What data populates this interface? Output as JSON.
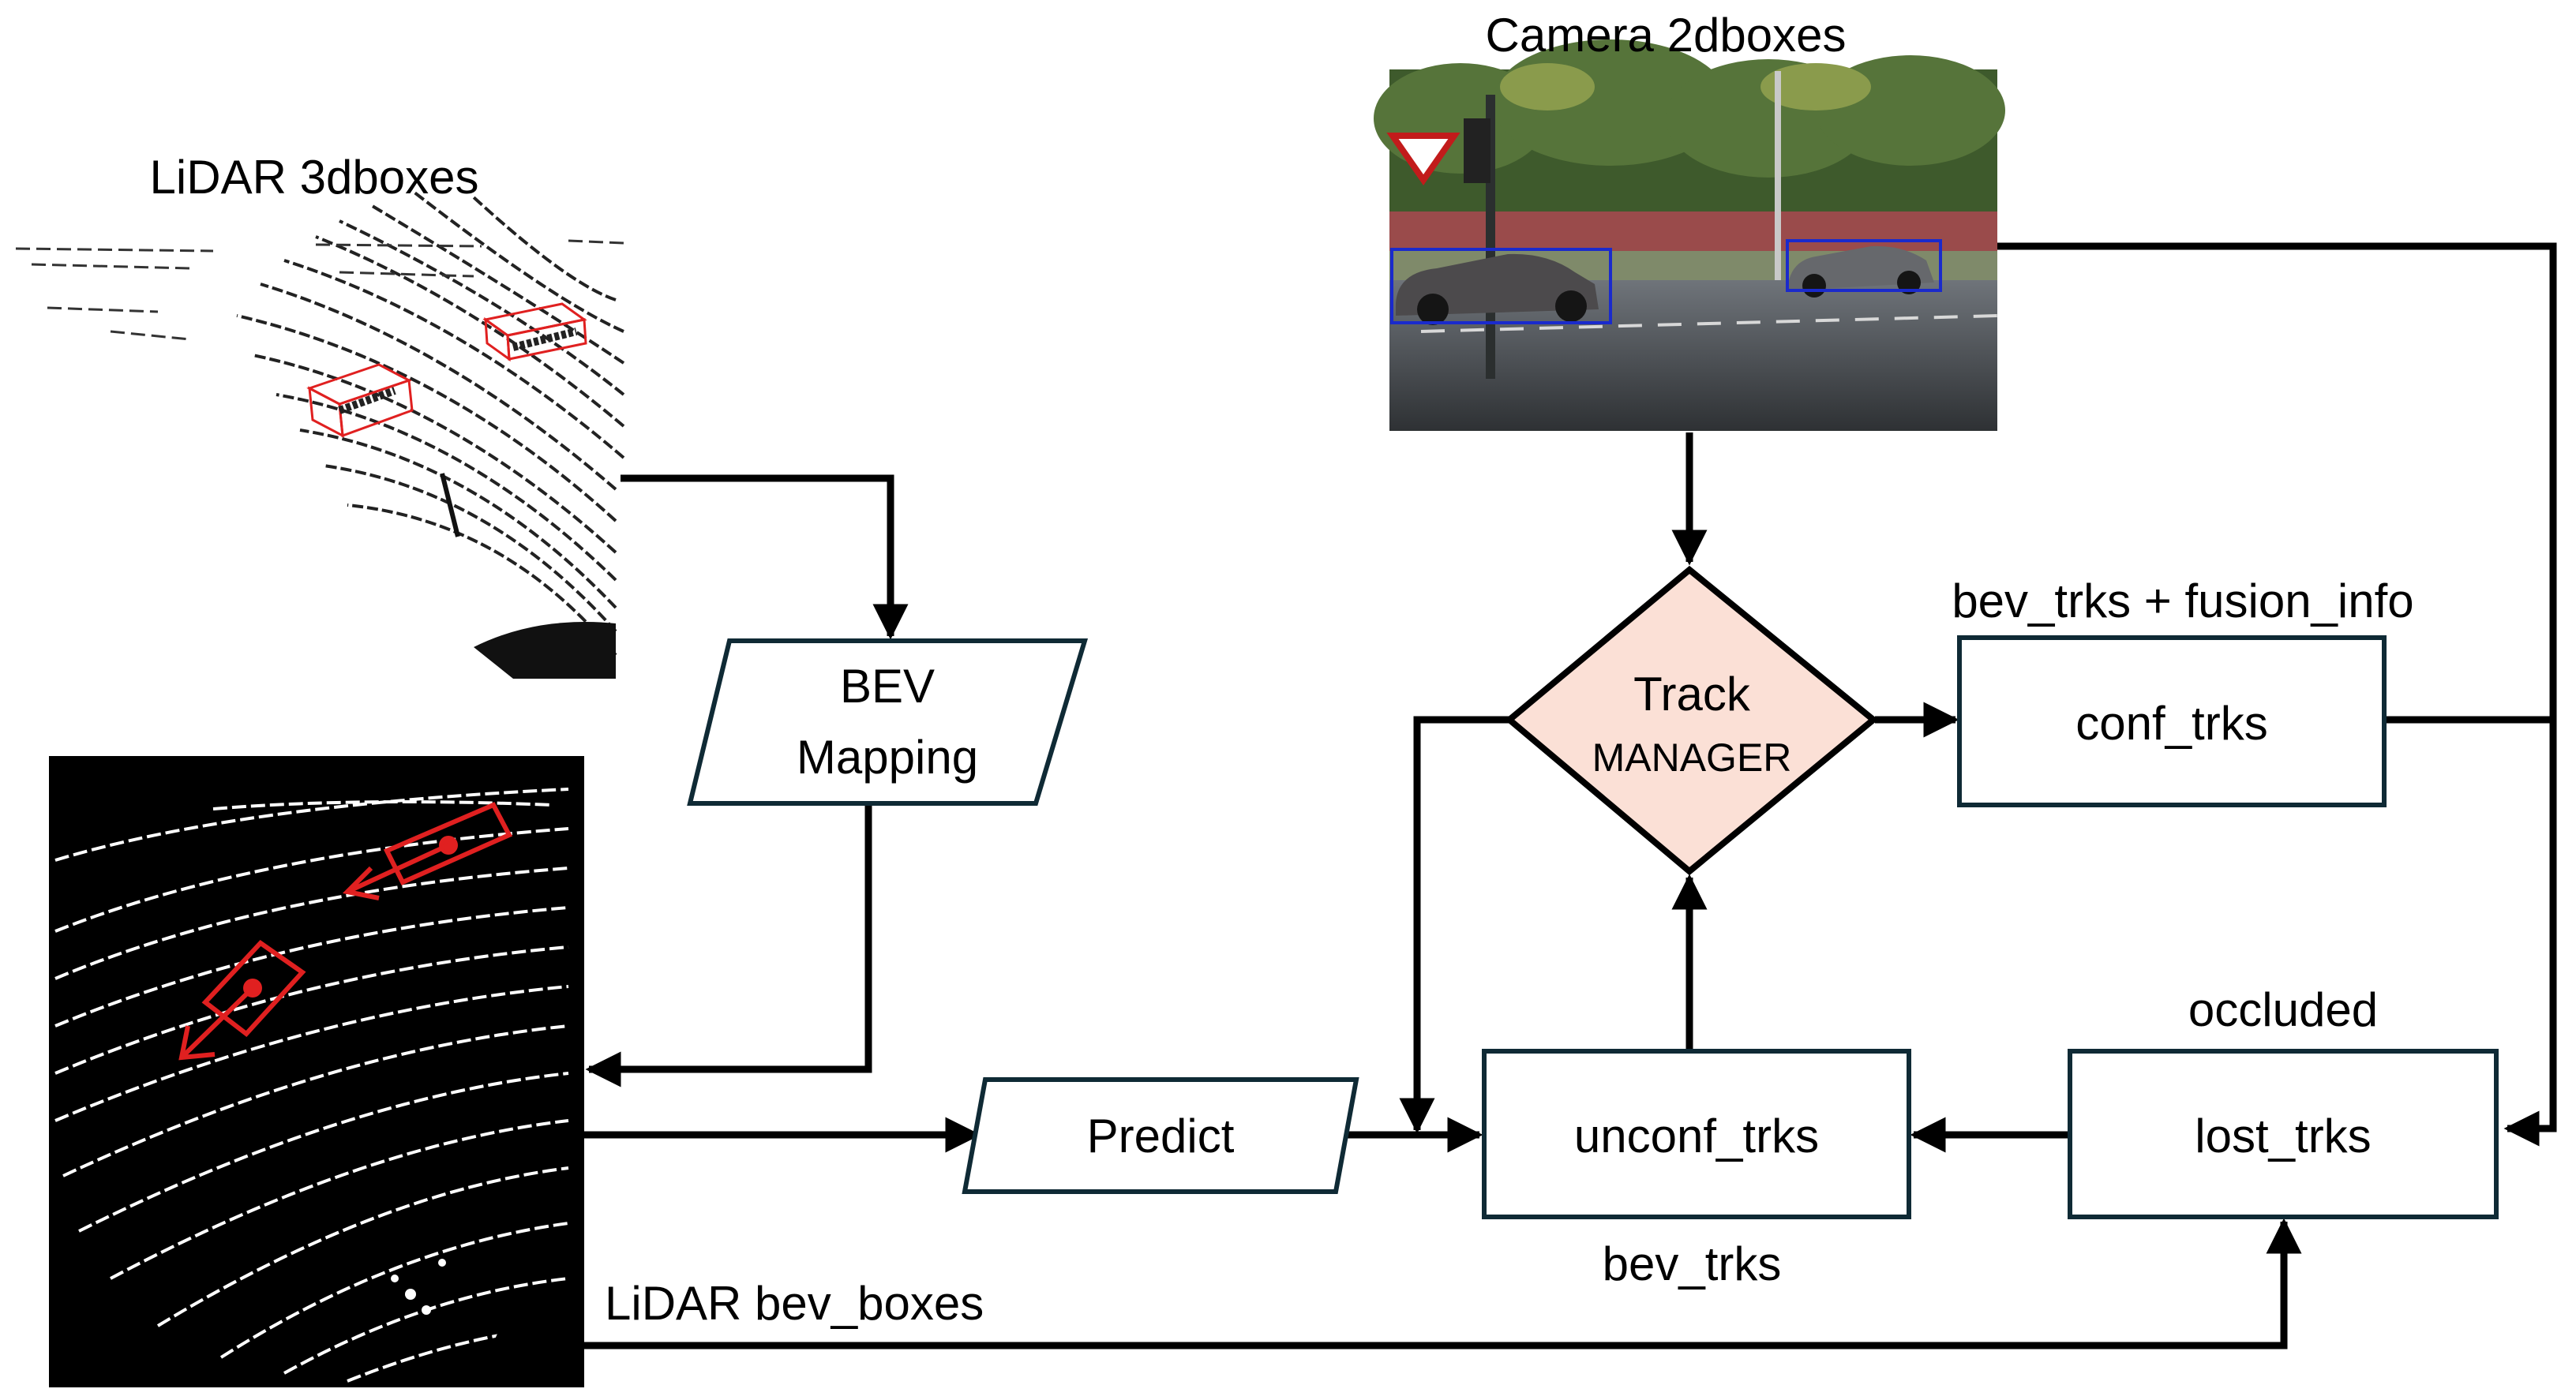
{
  "labels": {
    "lidar_3dboxes": "LiDAR 3dboxes",
    "camera_2dboxes": "Camera 2dboxes",
    "lidar_bev_boxes": "LiDAR bev_boxes",
    "bev_trks_fusion_info": "bev_trks + fusion_info",
    "occluded": "occluded",
    "bev_trks": "bev_trks"
  },
  "nodes": {
    "bev_mapping": {
      "line1": "BEV",
      "line2": "Mapping"
    },
    "track_manager": {
      "line1": "Track",
      "line2": "MANAGER",
      "fill": "#fbe0d6"
    },
    "predict": {
      "label": "Predict"
    },
    "conf_trks": {
      "label": "conf_trks"
    },
    "unconf_trks": {
      "label": "unconf_trks"
    },
    "lost_trks": {
      "label": "lost_trks"
    }
  },
  "colors": {
    "box_border": "#0f2a35",
    "arrow": "#000000",
    "detection_red": "#e02020",
    "detection_blue": "#1a2acc"
  }
}
